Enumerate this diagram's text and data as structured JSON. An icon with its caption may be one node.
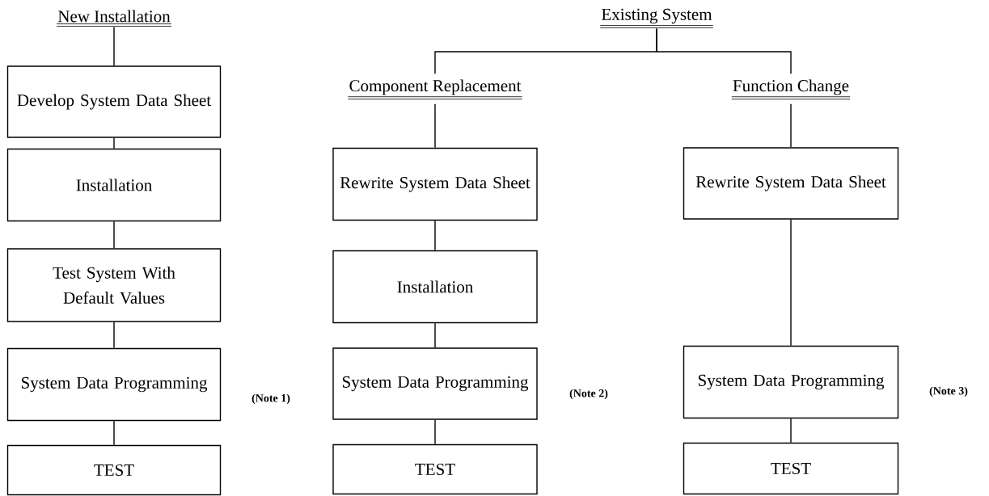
{
  "diagram": {
    "nodes": [
      {
        "text": [
          "New Installation"
        ]
      },
      {
        "text": [
          "Develop System Data Sheet"
        ]
      },
      {
        "text": [
          "Installation"
        ]
      },
      {
        "text": [
          "Test System With Default Values"
        ]
      },
      {
        "text": [
          "System Data Programming"
        ],
        "beside": [
          "(Note 1)"
        ]
      },
      {
        "text": [
          "TEST"
        ]
      },
      {
        "text": [
          "Existing System"
        ]
      },
      {
        "text": [
          "Component Replacement"
        ]
      },
      {
        "text": [
          "Rewrite System Data Sheet"
        ]
      },
      {
        "text": [
          "Installation"
        ]
      },
      {
        "text": [
          "System Data Programming"
        ],
        "beside": [
          "(Note 2)"
        ]
      },
      {
        "text": [
          "TEST"
        ]
      },
      {
        "text": [
          "Function Change"
        ]
      },
      {
        "text": [
          "Rewrite System Data Sheet"
        ]
      },
      {
        "text": [
          "System Data Programming"
        ],
        "beside": [
          "(Note 3)"
        ]
      },
      {
        "text": [
          "TEST"
        ]
      }
    ],
    "edges": [
      {
        "from": 0,
        "to": 1,
        "arrow": "none"
      },
      {
        "from": 1,
        "to": 2,
        "arrow": "none"
      },
      {
        "from": 2,
        "to": 3,
        "arrow": "none"
      },
      {
        "from": 3,
        "to": 4,
        "arrow": "none"
      },
      {
        "from": 4,
        "to": 5,
        "arrow": "none"
      },
      {
        "from": 6,
        "to": 7,
        "arrow": "none"
      },
      {
        "from": 6,
        "to": 12,
        "arrow": "none"
      },
      {
        "from": 7,
        "to": 8,
        "arrow": "none"
      },
      {
        "from": 8,
        "to": 9,
        "arrow": "none"
      },
      {
        "from": 9,
        "to": 10,
        "arrow": "none"
      },
      {
        "from": 10,
        "to": 11,
        "arrow": "none"
      },
      {
        "from": 12,
        "to": 13,
        "arrow": "none"
      },
      {
        "from": 13,
        "to": 14,
        "arrow": "none"
      },
      {
        "from": 14,
        "to": 15,
        "arrow": "none"
      }
    ]
  }
}
